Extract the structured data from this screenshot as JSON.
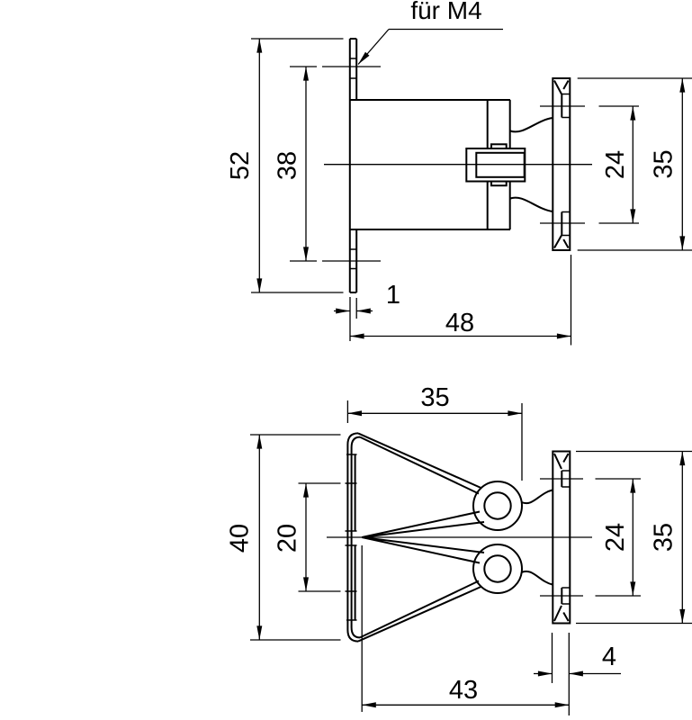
{
  "colors": {
    "line": "#000000",
    "background": "#ffffff"
  },
  "top_view": {
    "leader_label": "für M4",
    "dim_overall_height": "52",
    "dim_slot_spacing": "38",
    "dim_flange_hole_spacing": "24",
    "dim_flange_height": "35",
    "dim_plate_thickness": "1",
    "dim_overall_depth": "48"
  },
  "bottom_view": {
    "dim_clip_depth": "35",
    "dim_overall_height": "40",
    "dim_slot_spacing": "20",
    "dim_flange_hole_spacing": "24",
    "dim_flange_height": "35",
    "dim_flange_thickness": "4",
    "dim_overall_depth": "43"
  }
}
